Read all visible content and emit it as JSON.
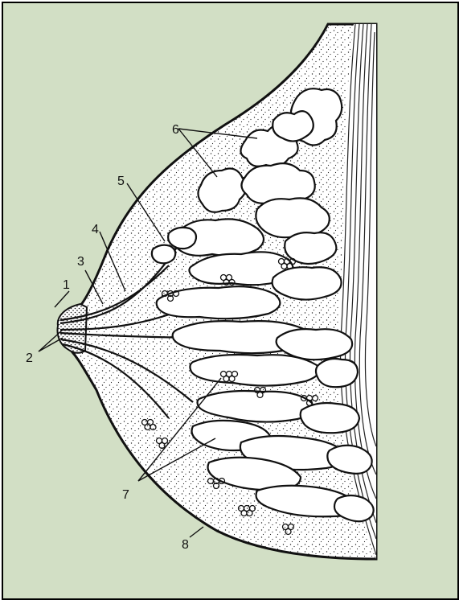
{
  "figure": {
    "background_color": "#d2dfc5",
    "tissue_color": "#ffffff",
    "ink_color": "#111111",
    "illustration": "breast-anatomy-sagittal-section",
    "labels": [
      {
        "id": "1",
        "text": "1"
      },
      {
        "id": "2",
        "text": "2"
      },
      {
        "id": "3",
        "text": "3"
      },
      {
        "id": "4",
        "text": "4"
      },
      {
        "id": "5",
        "text": "5"
      },
      {
        "id": "6",
        "text": "6"
      },
      {
        "id": "7",
        "text": "7"
      },
      {
        "id": "8",
        "text": "8"
      }
    ]
  }
}
